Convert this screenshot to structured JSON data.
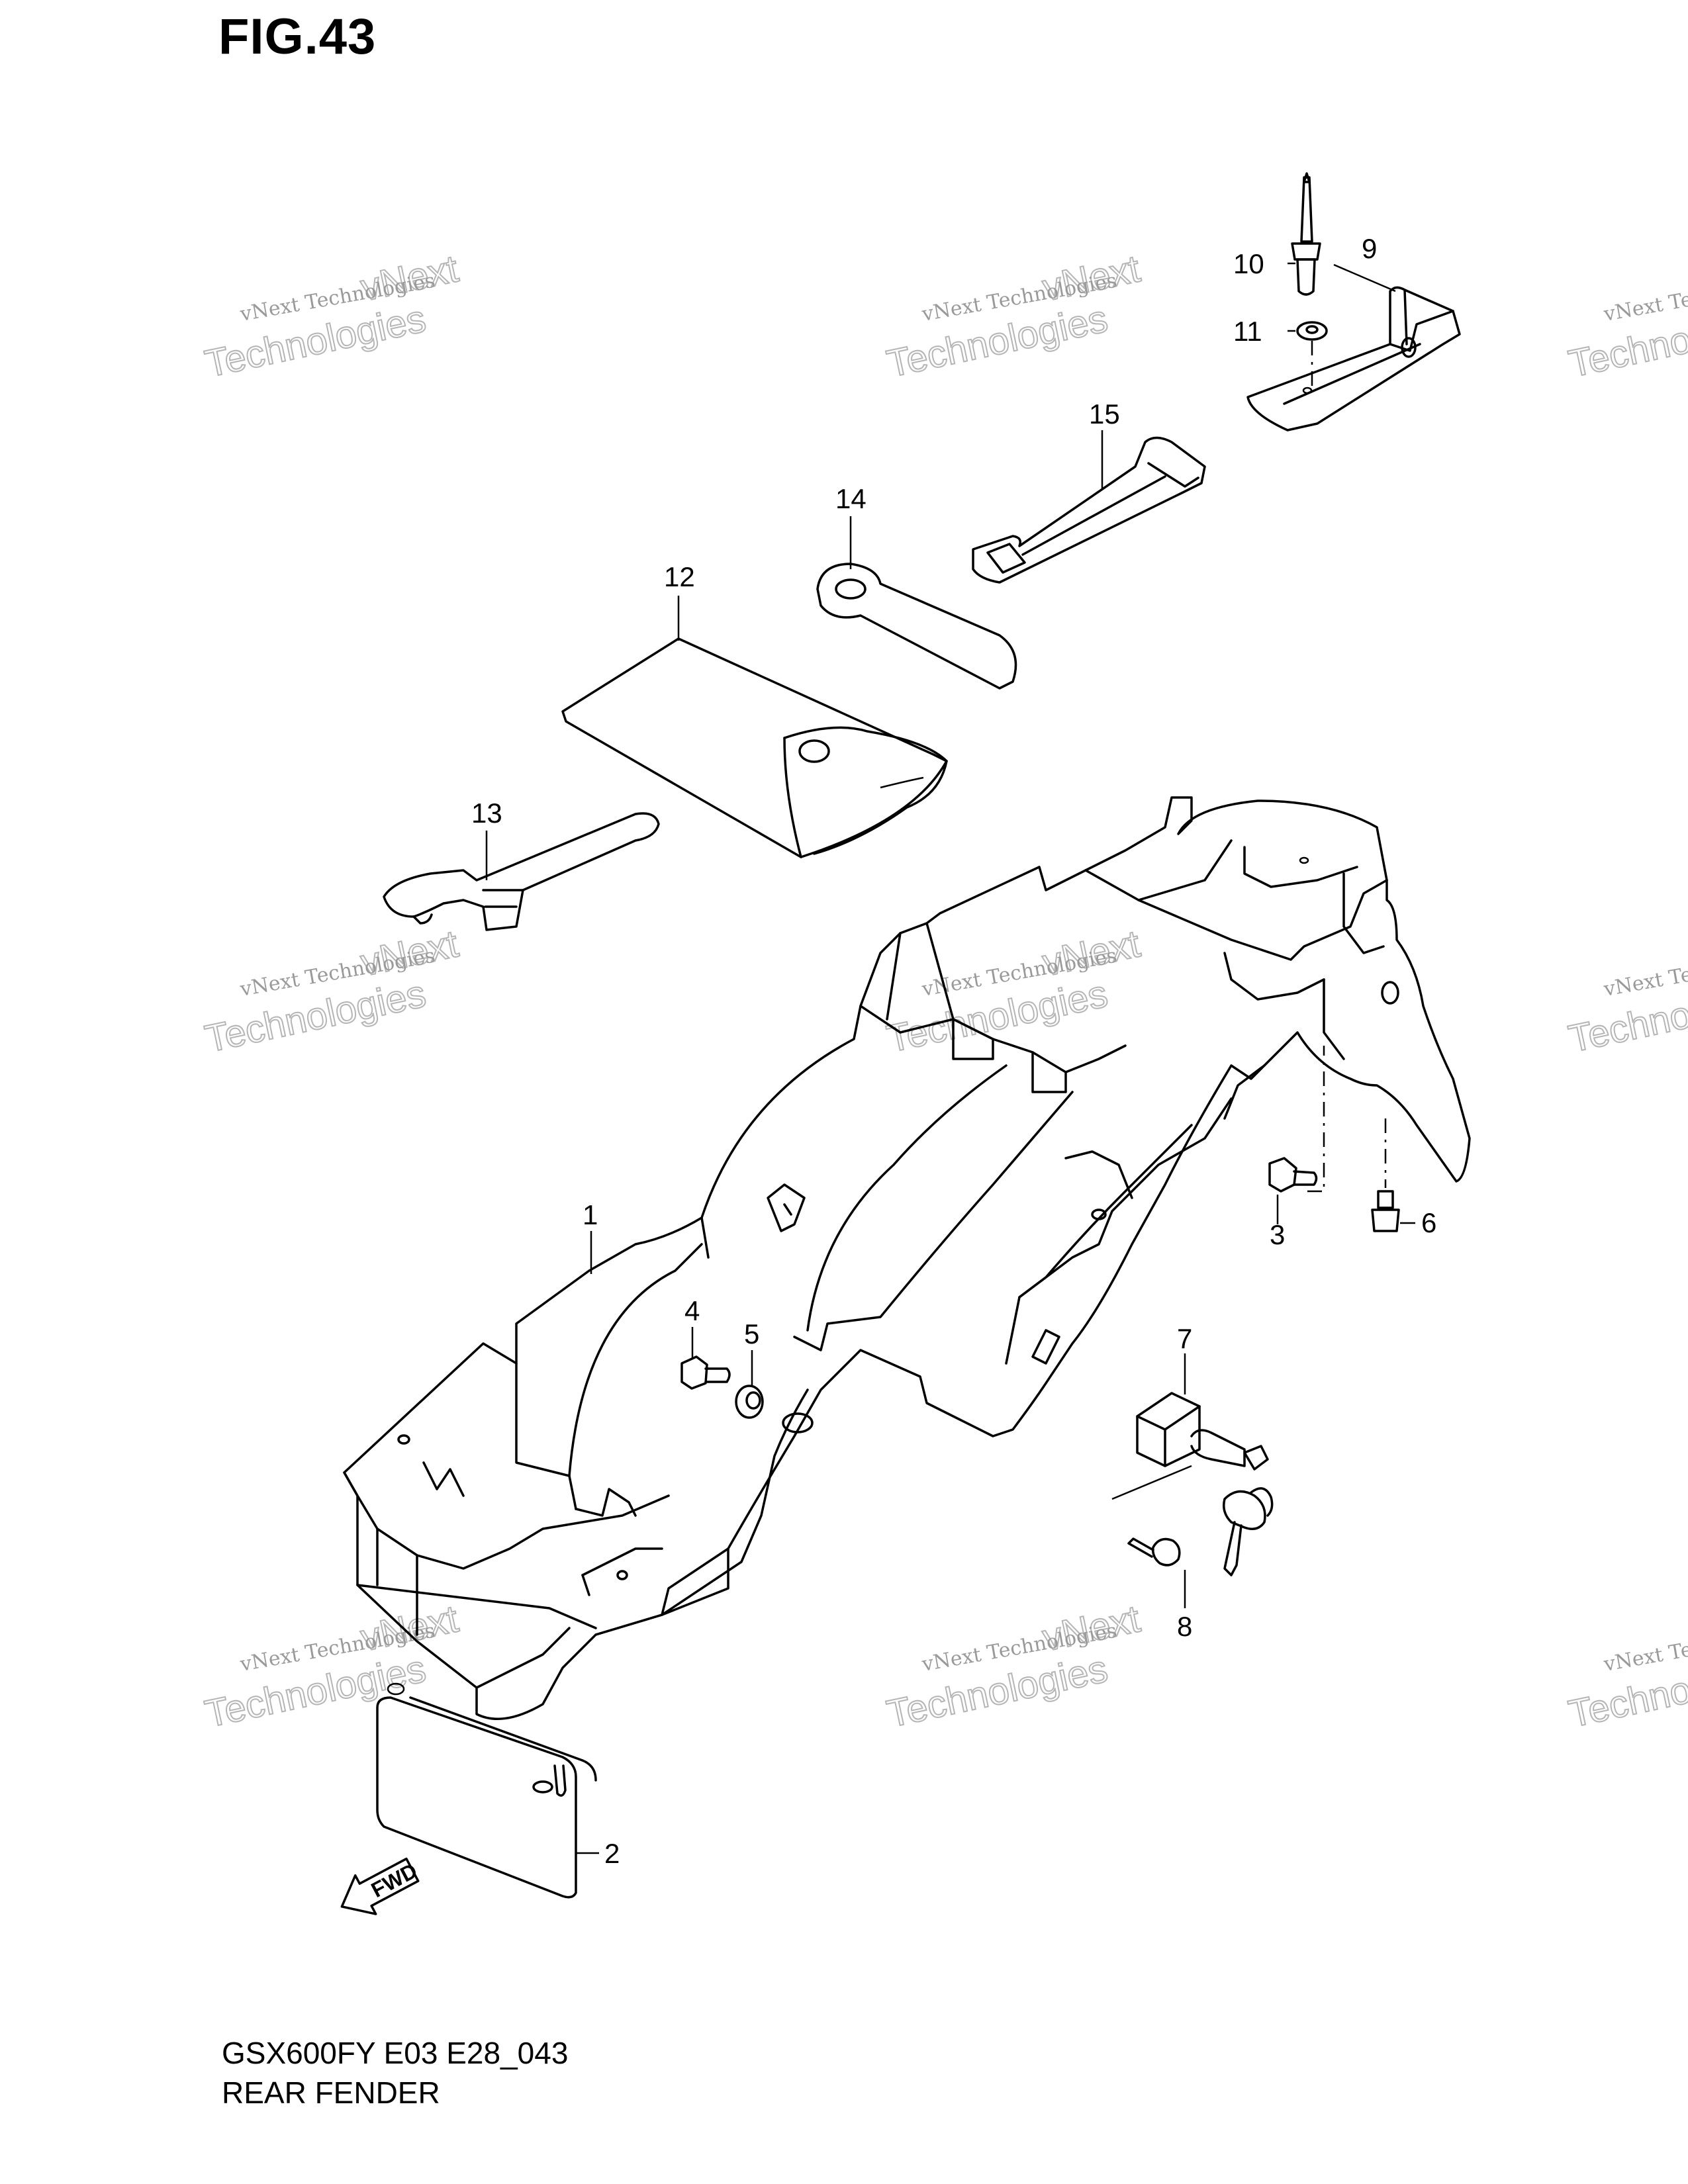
{
  "figure": {
    "title": "FIG.43"
  },
  "footer": {
    "code": "GSX600FY E03 E28_043",
    "title": "REAR FENDER"
  },
  "watermark": {
    "company_small": "vNext Technologies",
    "word1": "vNext",
    "word2": "Technologies"
  },
  "fwd_arrow": {
    "label": "FWD"
  },
  "callouts": [
    "1",
    "2",
    "3",
    "4",
    "5",
    "6",
    "7",
    "8",
    "9",
    "10",
    "11",
    "12",
    "13",
    "14",
    "15"
  ]
}
